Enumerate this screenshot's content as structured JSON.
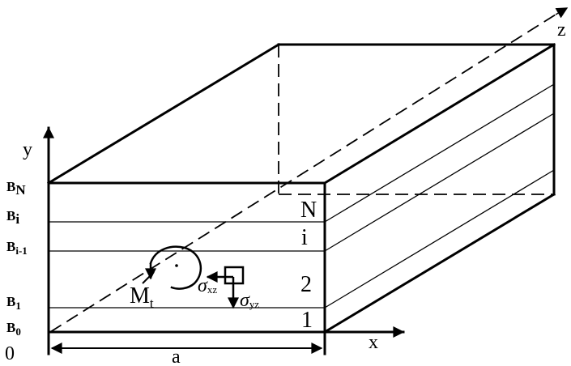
{
  "axes": {
    "x": "x",
    "y": "y",
    "z": "z",
    "origin": "0"
  },
  "dimension": {
    "width": "a"
  },
  "boundaries": {
    "bN": "B",
    "bN_sub": "N",
    "bi": "B",
    "bi_sub": "i",
    "bim1": "B",
    "bim1_sub": "i-1",
    "b1": "B",
    "b1_sub": "1",
    "b0": "B",
    "b0_sub": "0"
  },
  "layers": {
    "n": "N",
    "i": "i",
    "two": "2",
    "one": "1"
  },
  "moment": {
    "main": "M",
    "sub": "t"
  },
  "stress": {
    "sxz_main": "σ",
    "sxz_sub": "xz",
    "syz_main": "σ",
    "syz_sub": "yz"
  }
}
